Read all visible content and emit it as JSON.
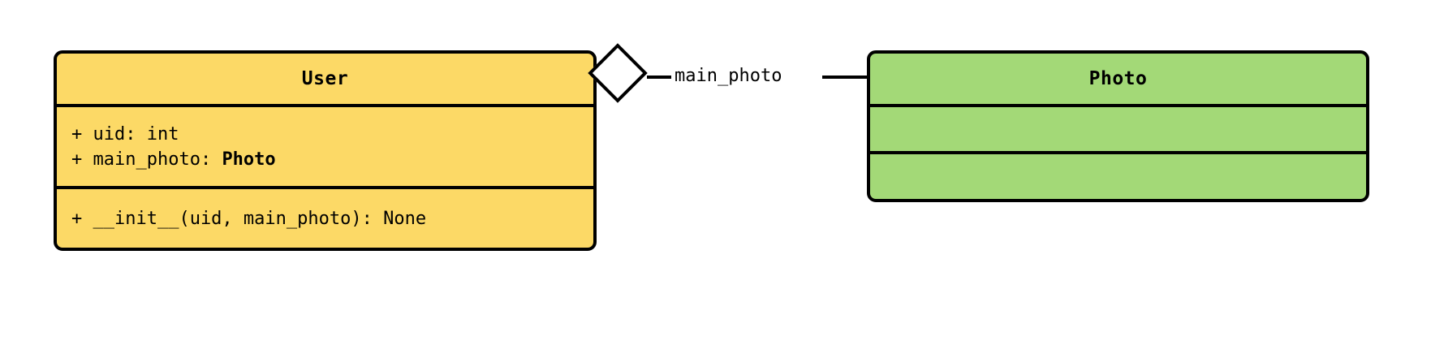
{
  "diagram": {
    "type": "uml-class-diagram",
    "background_color": "#ffffff",
    "classes": [
      {
        "name": "User",
        "fill_color": "#fcd966",
        "border_color": "#000000",
        "attributes": [
          {
            "text": "+ uid: int",
            "type_bold": ""
          },
          {
            "text": "+ main_photo: ",
            "type_bold": "Photo"
          }
        ],
        "operations": [
          {
            "text": "+ __init__(uid, main_photo): None"
          }
        ]
      },
      {
        "name": "Photo",
        "fill_color": "#a3d977",
        "border_color": "#000000",
        "attributes": [],
        "operations": []
      }
    ],
    "relationship": {
      "kind": "aggregation",
      "label": "main_photo",
      "source": "User",
      "target": "Photo",
      "diamond_fill": "#ffffff",
      "diamond_border": "#000000",
      "line_color": "#000000"
    }
  }
}
